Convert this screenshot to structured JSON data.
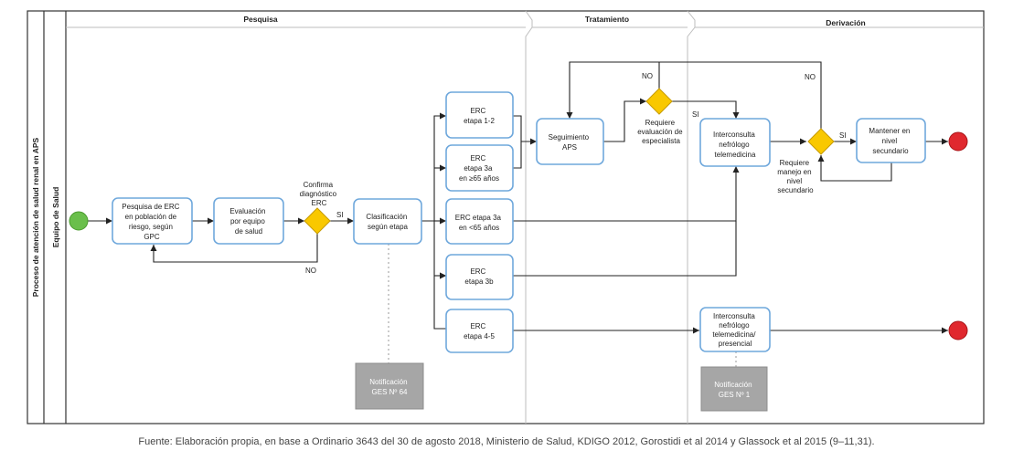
{
  "pool": {
    "process_label": "Proceso de atención de salud renal en APS",
    "lane_label": "Equipo de Salud"
  },
  "phases": {
    "pesquisa": "Pesquisa",
    "tratamiento": "Tratamiento",
    "derivacion": "Derivación"
  },
  "nodes": {
    "pesquisa_erc": [
      "Pesquisa de ERC",
      "en población de",
      "riesgo, según",
      "GPC"
    ],
    "evaluacion": [
      "Evaluación",
      "por equipo",
      "de salud"
    ],
    "confirma": [
      "Confirma",
      "diagnóstico",
      "ERC"
    ],
    "clasificacion": [
      "Clasificación",
      "según etapa"
    ],
    "erc_12": [
      "ERC",
      "etapa 1-2"
    ],
    "erc_3a_mayor": [
      "ERC",
      "etapa 3a",
      "en ≥65 años"
    ],
    "erc_3a_menor": [
      "ERC etapa 3a",
      "en <65 años"
    ],
    "erc_3b": [
      "ERC",
      "etapa 3b"
    ],
    "erc_45": [
      "ERC",
      "etapa 4-5"
    ],
    "seguimiento": [
      "Seguimiento",
      "APS"
    ],
    "requiere_eval": [
      "Requiere",
      "evaluación de",
      "especialista"
    ],
    "interconsulta_tele": [
      "Interconsulta",
      "nefrólogo",
      "telemedicina"
    ],
    "requiere_manejo": [
      "Requiere",
      "manejo en",
      "nivel",
      "secundario"
    ],
    "mantener": [
      "Mantener en",
      "nivel",
      "secundario"
    ],
    "interconsulta_pres": [
      "Interconsulta",
      "nefrólogo",
      "telemedicina/",
      "presencial"
    ],
    "notif_64": [
      "Notificación",
      "GES Nº 64"
    ],
    "notif_1": [
      "Notificación",
      "GES Nº 1"
    ]
  },
  "labels": {
    "si_1": "SI",
    "no_1": "NO",
    "no_2": "NO",
    "si_2": "SI",
    "no_3": "NO",
    "si_3": "SI"
  },
  "colors": {
    "start": "#6abf4b",
    "end": "#e0282e",
    "gateway": "#f9c800",
    "task_border": "#6fa8dc",
    "notification": "#a6a6a6"
  },
  "source": "Fuente: Elaboración propia, en base a Ordinario 3643 del 30 de agosto 2018, Ministerio de Salud, KDIGO 2012, Gorostidi et al 2014 y Glassock et al 2015 (9–11,31)."
}
